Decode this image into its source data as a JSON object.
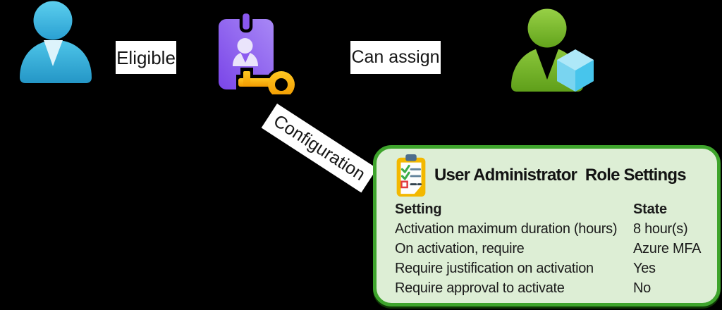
{
  "canvas": {
    "background": "#000000"
  },
  "diagram": {
    "nodes": [
      {
        "id": "eligible-user",
        "icon": "person-icon-blue"
      },
      {
        "id": "privileged-role",
        "icon": "id-badge-key-icon"
      },
      {
        "id": "assigned-user-with-resource",
        "icon": "person-with-cube-icon"
      }
    ],
    "labels": {
      "eligible": "Eligible",
      "can_assign": "Can assign",
      "configuration": "Configuration"
    }
  },
  "settings_panel": {
    "icon": "clipboard-checklist-icon",
    "title": "User Administrator  Role Settings",
    "table": {
      "headers": [
        "Setting",
        "State"
      ],
      "rows": [
        [
          "Activation maximum duration (hours)",
          "8 hour(s)"
        ],
        [
          "On activation, require",
          "Azure MFA"
        ],
        [
          "Require justification on activation",
          "Yes"
        ],
        [
          "Require approval to activate",
          "No"
        ]
      ]
    },
    "colors": {
      "background": "#ddeed5",
      "border": "#3ea42c"
    }
  },
  "icon_colors": {
    "person_blue": "#35b1da",
    "person_green": "#7cbd30",
    "badge_purple": "#8a58ef",
    "key_gold": "#f9b410",
    "cube_blue": "#6fd2f0",
    "clipboard_yellow": "#f3b800"
  }
}
